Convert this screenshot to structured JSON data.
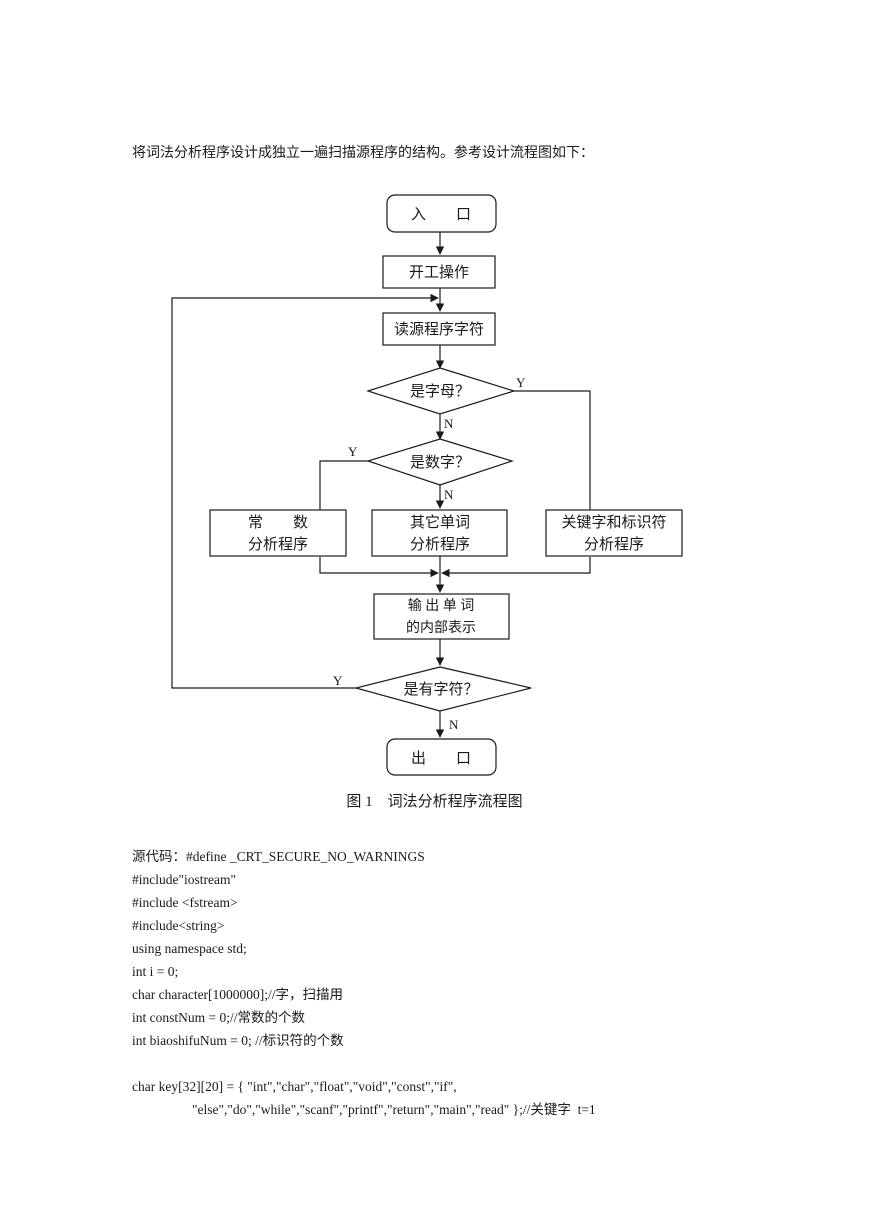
{
  "intro": "将词法分析程序设计成独立一遍扫描源程序的结构。参考设计流程图如下：",
  "flowchart": {
    "entry": "入　　口",
    "start": "开工操作",
    "read": "读源程序字符",
    "is_letter": "是字母？",
    "is_digit": "是数字？",
    "const_line1": "常　　数",
    "const_line2": "分析程序",
    "other_line1": "其它单词",
    "other_line2": "分析程序",
    "keyword_line1": "关键字和标识符",
    "keyword_line2": "分析程序",
    "output_line1": "输 出 单 词",
    "output_line2": "的内部表示",
    "has_char": "是有字符？",
    "exit": "出　　口",
    "yes": "Y",
    "no": "N"
  },
  "caption": "图 1　词法分析程序流程图",
  "code_lines": [
    "源代码：#define _CRT_SECURE_NO_WARNINGS",
    "#include\"iostream\"",
    "#include <fstream>",
    "#include<string>",
    "using namespace std;",
    "int i = 0;",
    "char character[1000000];//字，扫描用",
    "int constNum = 0;//常数的个数",
    "int biaoshifuNum = 0; //标识符的个数",
    "",
    "char key[32][20] = { \"int\",\"char\",\"float\",\"void\",\"const\",\"if\",",
    "\"else\",\"do\",\"while\",\"scanf\",\"printf\",\"return\",\"main\",\"read\" };//关键字  t=1"
  ]
}
